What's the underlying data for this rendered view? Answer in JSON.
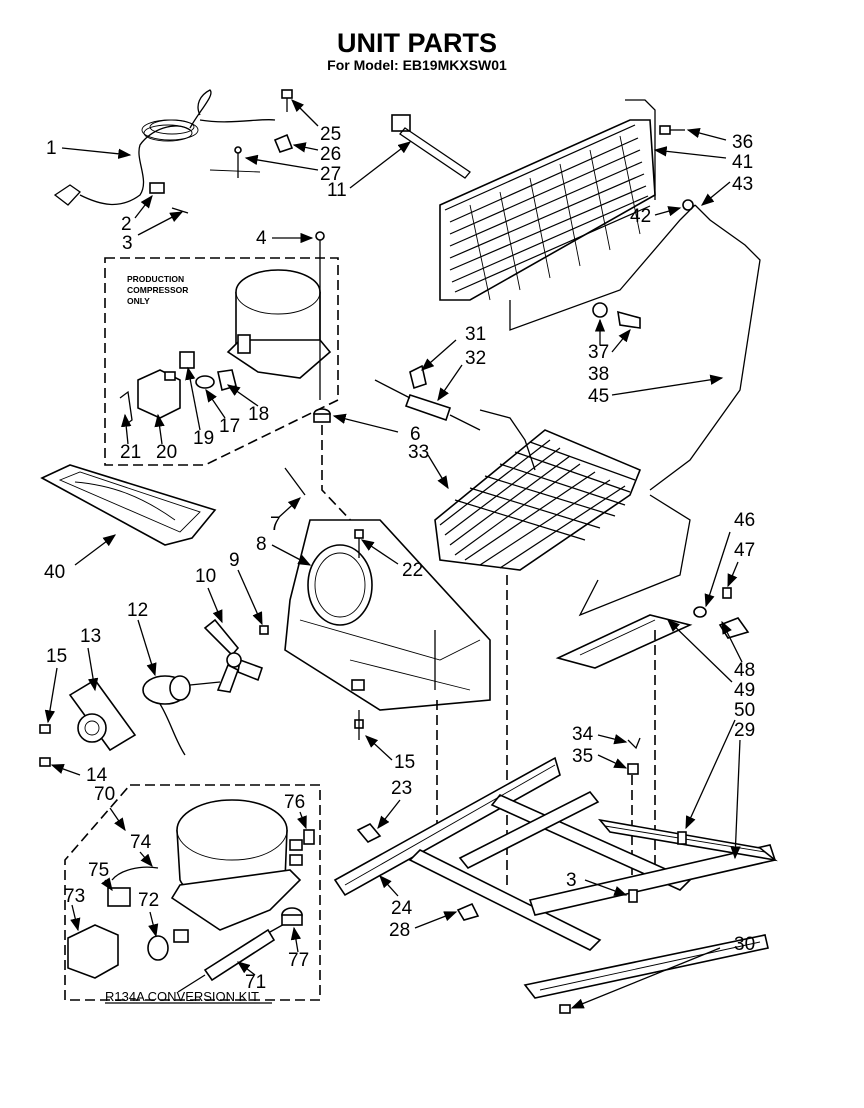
{
  "header": {
    "title": "UNIT PARTS",
    "subtitle": "For Model: EB19MKXSW01"
  },
  "notes": {
    "production_line1": "PRODUCTION",
    "production_line2": "COMPRESSOR",
    "production_line3": "ONLY",
    "kit_label": "R134A CONVERSION KIT"
  },
  "callouts": {
    "c1": "1",
    "c2": "2",
    "c3a": "3",
    "c3b": "3",
    "c4": "4",
    "c6": "6",
    "c7": "7",
    "c8": "8",
    "c9": "9",
    "c10": "10",
    "c11": "11",
    "c12": "12",
    "c13": "13",
    "c14": "14",
    "c15a": "15",
    "c15b": "15",
    "c17": "17",
    "c18": "18",
    "c19": "19",
    "c20": "20",
    "c21": "21",
    "c22": "22",
    "c23": "23",
    "c24": "24",
    "c25": "25",
    "c26": "26",
    "c27": "27",
    "c28": "28",
    "c29": "29",
    "c30": "30",
    "c31": "31",
    "c32": "32",
    "c33": "33",
    "c34": "34",
    "c35": "35",
    "c36": "36",
    "c37": "37",
    "c38": "38",
    "c40": "40",
    "c41": "41",
    "c42": "42",
    "c43": "43",
    "c45": "45",
    "c46": "46",
    "c47": "47",
    "c48": "48",
    "c49": "49",
    "c50": "50",
    "c70": "70",
    "c71": "71",
    "c72": "72",
    "c73": "73",
    "c74": "74",
    "c75": "75",
    "c76": "76",
    "c77": "77"
  }
}
